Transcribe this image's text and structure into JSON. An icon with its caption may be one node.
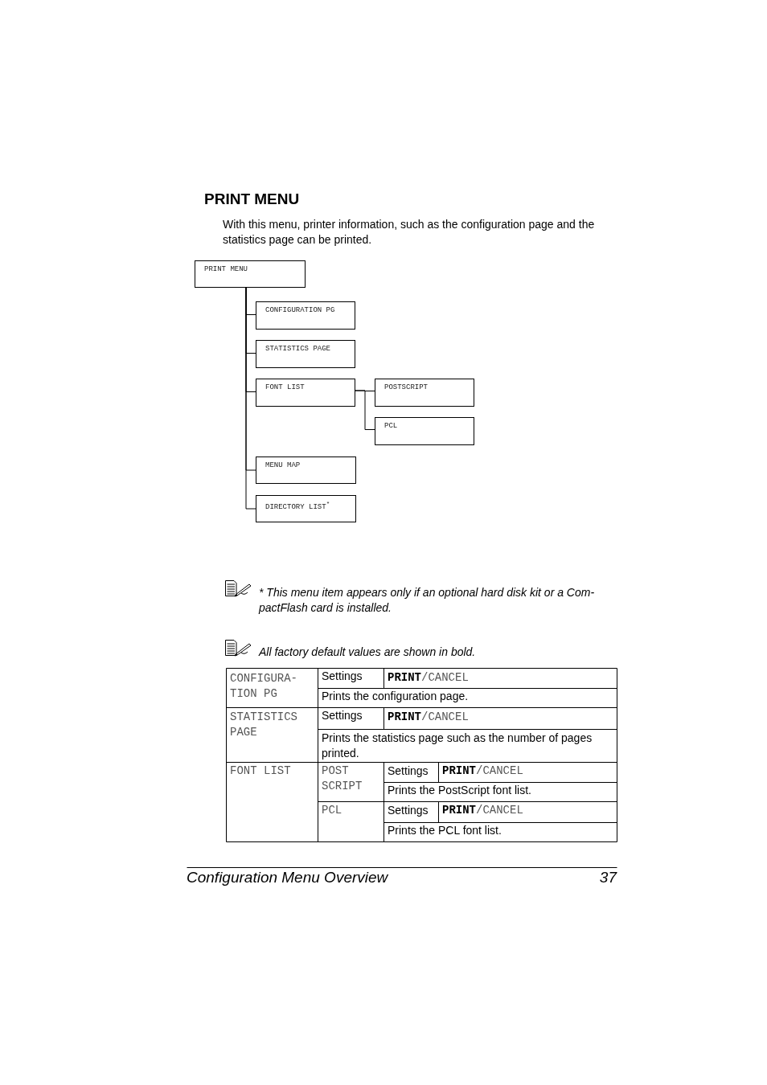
{
  "diagram": {
    "title": "PRINT MENU",
    "nodes": [
      {
        "text": [
          "PRINT MENU"
        ]
      },
      {
        "text": [
          "CONFIGURATION PG"
        ]
      },
      {
        "text": [
          "STATISTICS PAGE"
        ]
      },
      {
        "text": [
          "FONT LIST"
        ]
      },
      {
        "text": [
          "POSTSCRIPT"
        ]
      },
      {
        "text": [
          "PCL"
        ]
      },
      {
        "text": [
          "MENU MAP"
        ]
      },
      {
        "text": [
          "DIRECTORY LIST$^{*}$"
        ]
      }
    ],
    "edges": [
      {
        "from": 0,
        "to": 1,
        "arrow": "none"
      },
      {
        "from": 0,
        "to": 2,
        "arrow": "none"
      },
      {
        "from": 0,
        "to": 3,
        "arrow": "none"
      },
      {
        "from": 3,
        "to": 4,
        "arrow": "none"
      },
      {
        "from": 3,
        "to": 5,
        "arrow": "none"
      },
      {
        "from": 0,
        "to": 6,
        "arrow": "none"
      },
      {
        "from": 0,
        "to": 7,
        "arrow": "none"
      }
    ],
    "labels": [
      "With this menu, printer information, such as the configuration page and the statistics page can be printed.",
      "* This menu item appears only if an optional hard disk kit or a Com- pactFlash card is installed.",
      "All factory default values are shown in bold.",
      "CONFIGURA- TION PG",
      "Settings",
      "**PRINT**/CANCEL",
      "Prints the configuration page.",
      "STATISTICS PAGE",
      "Settings",
      "**PRINT**/CANCEL",
      "Prints the statistics page such as the number of pages printed.",
      "FONT LIST",
      "POST SCRIPT",
      "Settings",
      "**PRINT**/CANCEL",
      "Prints the PostScript font list.",
      "PCL",
      "Settings",
      "**PRINT**/CANCEL",
      "Prints the PCL font list.",
      "Configuration Menu Overview",
      "37"
    ]
  }
}
